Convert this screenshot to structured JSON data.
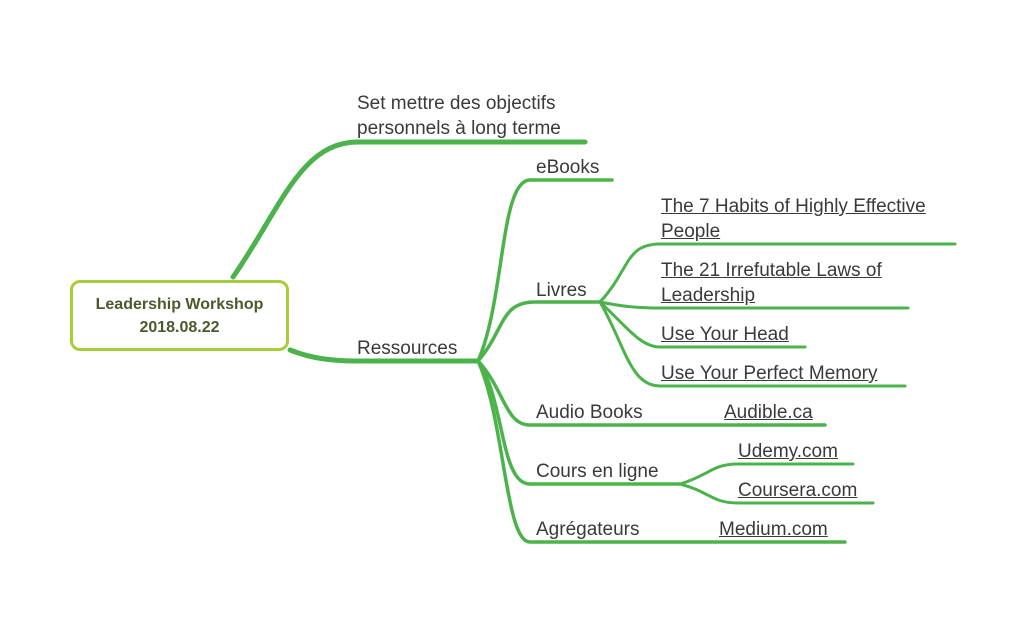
{
  "colors": {
    "branch": "#4cb34c",
    "root_border": "#a8cc3a",
    "root_text": "#4a5a2a",
    "label_text": "#3a3a3a"
  },
  "root": {
    "line1": "Leadership Workshop",
    "line2": "2018.08.22"
  },
  "goals": {
    "line1": "Set mettre des objectifs",
    "line2": "personnels à long terme"
  },
  "resources": {
    "label": "Ressources",
    "ebooks": "eBooks",
    "livres": {
      "label": "Livres",
      "books": [
        {
          "line1": "The 7 Habits of Highly Effective",
          "line2": "People"
        },
        {
          "line1": "The 21 Irrefutable Laws of",
          "line2": "Leadership"
        },
        {
          "line1": "Use Your Head"
        },
        {
          "line1": "Use Your Perfect Memory"
        }
      ]
    },
    "audio_books": {
      "label": "Audio Books",
      "links": [
        "Audible.ca"
      ]
    },
    "courses": {
      "label": "Cours en ligne",
      "links": [
        "Udemy.com",
        "Coursera.com"
      ]
    },
    "aggregators": {
      "label": "Agrégateurs",
      "links": [
        "Medium.com"
      ]
    }
  }
}
